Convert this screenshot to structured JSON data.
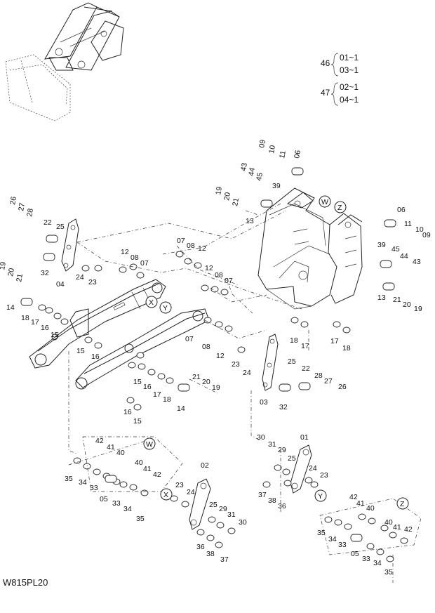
{
  "drawing_code": "W815PL20",
  "variants": [
    {
      "part": "46",
      "codes": [
        "01~1",
        "03~1"
      ]
    },
    {
      "part": "47",
      "codes": [
        "02~1",
        "04~1"
      ]
    }
  ],
  "refs": [
    "W",
    "Z",
    "X",
    "Y",
    "W",
    "X",
    "Y",
    "Z"
  ],
  "labels": [
    "09",
    "10",
    "11",
    "06",
    "43",
    "44",
    "45",
    "39",
    "19",
    "20",
    "21",
    "13",
    "26",
    "27",
    "28",
    "22",
    "25",
    "32",
    "24",
    "23",
    "04",
    "19",
    "20",
    "21",
    "14",
    "18",
    "17",
    "16",
    "15",
    "12",
    "08",
    "07",
    "07",
    "08",
    "12",
    "12",
    "08",
    "07",
    "07",
    "08",
    "12",
    "15",
    "16",
    "23",
    "24",
    "15",
    "16",
    "17",
    "18",
    "21",
    "20",
    "19",
    "14",
    "16",
    "15",
    "25",
    "22",
    "28",
    "27",
    "26",
    "03",
    "32",
    "18",
    "17",
    "17",
    "18",
    "06",
    "11",
    "10",
    "09",
    "39",
    "45",
    "44",
    "43",
    "13",
    "21",
    "20",
    "19",
    "42",
    "41",
    "40",
    "40",
    "41",
    "42",
    "35",
    "34",
    "33",
    "05",
    "33",
    "34",
    "35",
    "02",
    "23",
    "24",
    "25",
    "29",
    "31",
    "30",
    "36",
    "38",
    "37",
    "30",
    "31",
    "29",
    "25",
    "01",
    "24",
    "23",
    "37",
    "38",
    "36",
    "42",
    "41",
    "40",
    "40",
    "41",
    "42",
    "35",
    "34",
    "33",
    "05",
    "33",
    "34",
    "35"
  ]
}
